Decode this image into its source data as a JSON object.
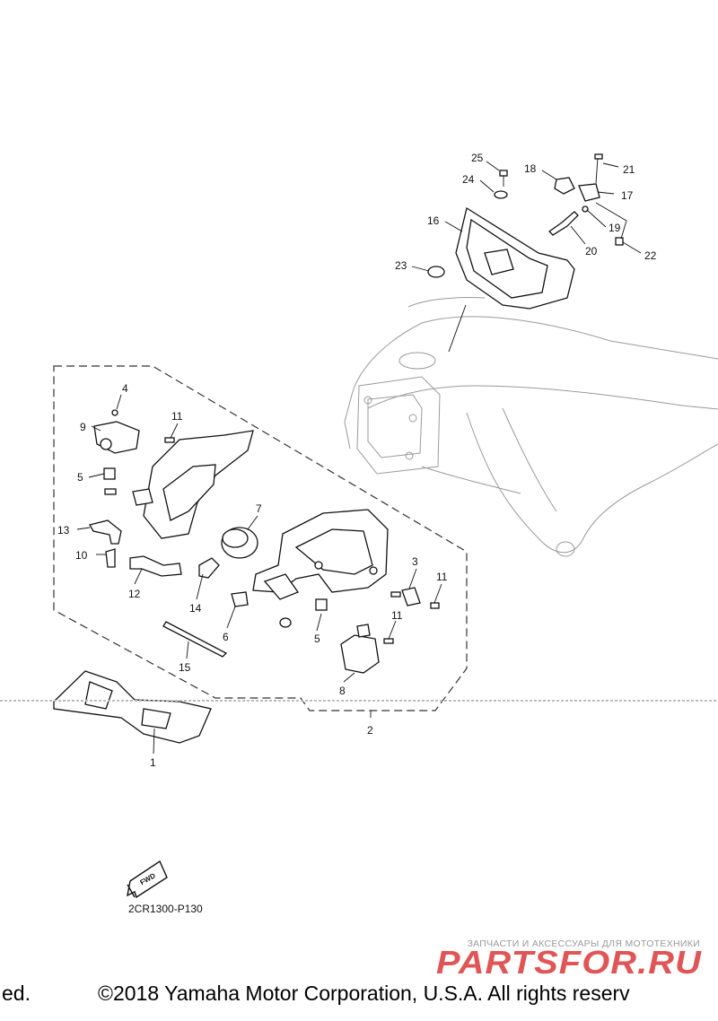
{
  "callouts": [
    {
      "id": 1,
      "label": "1"
    },
    {
      "id": 2,
      "label": "2"
    },
    {
      "id": 3,
      "label": "3"
    },
    {
      "id": 4,
      "label": "4"
    },
    {
      "id": 5,
      "label": "5"
    },
    {
      "id": 6,
      "label": "6"
    },
    {
      "id": 7,
      "label": "7"
    },
    {
      "id": 8,
      "label": "8"
    },
    {
      "id": 9,
      "label": "9"
    },
    {
      "id": 10,
      "label": "10"
    },
    {
      "id": 11,
      "label": "11"
    },
    {
      "id": 12,
      "label": "12"
    },
    {
      "id": 13,
      "label": "13"
    },
    {
      "id": 14,
      "label": "14"
    },
    {
      "id": 15,
      "label": "15"
    },
    {
      "id": 16,
      "label": "16"
    },
    {
      "id": 17,
      "label": "17"
    },
    {
      "id": 18,
      "label": "18"
    },
    {
      "id": 19,
      "label": "19"
    },
    {
      "id": 20,
      "label": "20"
    },
    {
      "id": 21,
      "label": "21"
    },
    {
      "id": 22,
      "label": "22"
    },
    {
      "id": 23,
      "label": "23"
    },
    {
      "id": 24,
      "label": "24"
    },
    {
      "id": 25,
      "label": "25"
    }
  ],
  "fwd_label": "FWD",
  "drawing_code": "2CR1300-P130",
  "watermark": {
    "tagline": "ЗАПЧАСТИ И АКСЕССУАРЫ ДЛЯ МОТОТЕХНИКИ",
    "logo_text": "PARTSFOR.RU",
    "color": "#e05656"
  },
  "copyright": {
    "left_fragment": "ed.",
    "text": "©2018 Yamaha Motor Corporation, U.S.A. All rights reserv"
  }
}
